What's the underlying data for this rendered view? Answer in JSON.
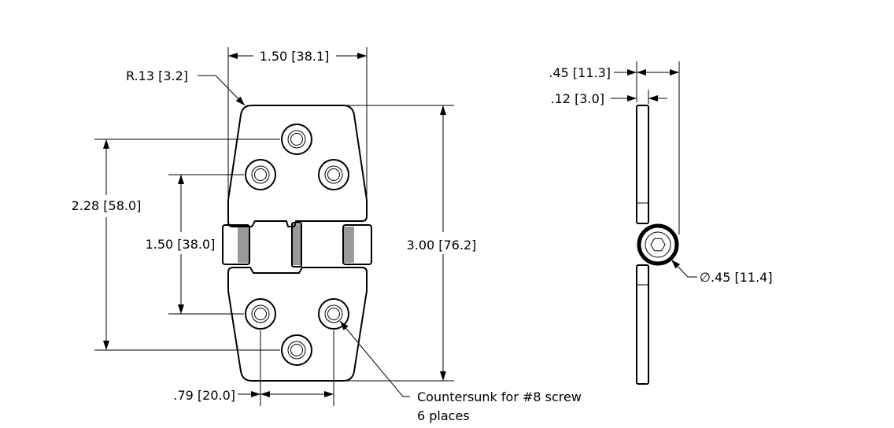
{
  "dimensions": {
    "width_top": "1.50 [38.1]",
    "radius": "R.13 [3.2]",
    "outer_hole_spacing": "2.28 [58.0]",
    "inner_hole_spacing": "1.50 [38.0]",
    "overall_height": "3.00 [76.2]",
    "lower_hole_spacing": ".79 [20.0]",
    "side_thickness": ".45 [11.3]",
    "leaf_thickness": ".12 [3.0]",
    "pin_diameter": ".45 [11.4]"
  },
  "notes": {
    "countersunk_line1": "Countersunk for #8 screw",
    "countersunk_line2": "6 places"
  },
  "symbols": {
    "diameter": "∅"
  }
}
